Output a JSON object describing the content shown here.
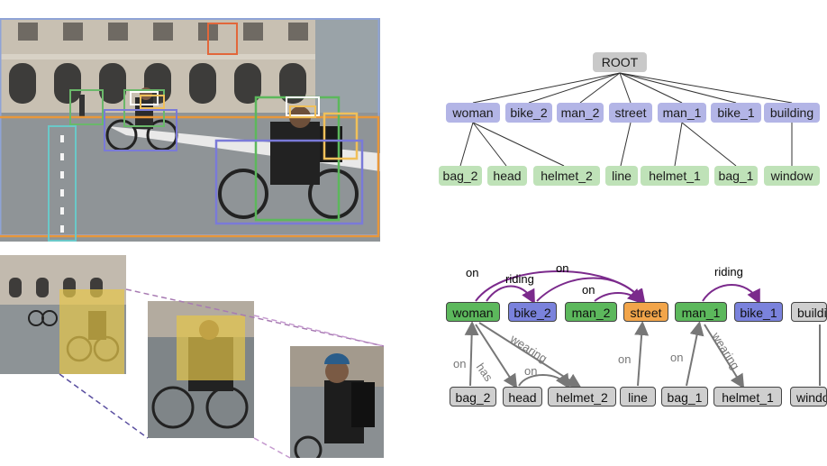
{
  "tree": {
    "root": "ROOT",
    "objects": [
      "woman",
      "bike_2",
      "man_2",
      "street",
      "man_1",
      "bike_1",
      "building"
    ],
    "attributes": [
      "bag_2",
      "head",
      "helmet_2",
      "line",
      "helmet_1",
      "bag_1",
      "window"
    ]
  },
  "graph": {
    "nodes": {
      "woman": "woman",
      "bike_2": "bike_2",
      "man_2": "man_2",
      "street": "street",
      "man_1": "man_1",
      "bike_1": "bike_1",
      "building": "buildi",
      "bag_2": "bag_2",
      "head": "head",
      "helmet_2": "helmet_2",
      "line": "line",
      "bag_1": "bag_1",
      "helmet_1": "helmet_1",
      "window": "windo"
    },
    "edges": {
      "on_woman_street": "on",
      "riding_woman_bike2": "riding",
      "on_bike2_street": "on",
      "on_man2_street": "on",
      "riding_man1_bike1": "riding",
      "on_bag2_woman": "on",
      "has_woman_head": "has",
      "on_head_helmet2": "on",
      "wearing_woman_helmet2": "wearing",
      "on_line_street": "on",
      "on_bag1_man1": "on",
      "wearing_man1_helmet1": "wearing"
    }
  },
  "colors": {
    "object_node": "#b3b5e6",
    "attribute_node": "#bfe2b8",
    "root_node": "#c9c9c9",
    "graph_subject": "#5cb85c",
    "graph_object": "#7a82dc",
    "graph_place": "#f2a54a",
    "graph_attribute": "#cfcfcf",
    "relation_arrow": "#7b2a8c"
  }
}
